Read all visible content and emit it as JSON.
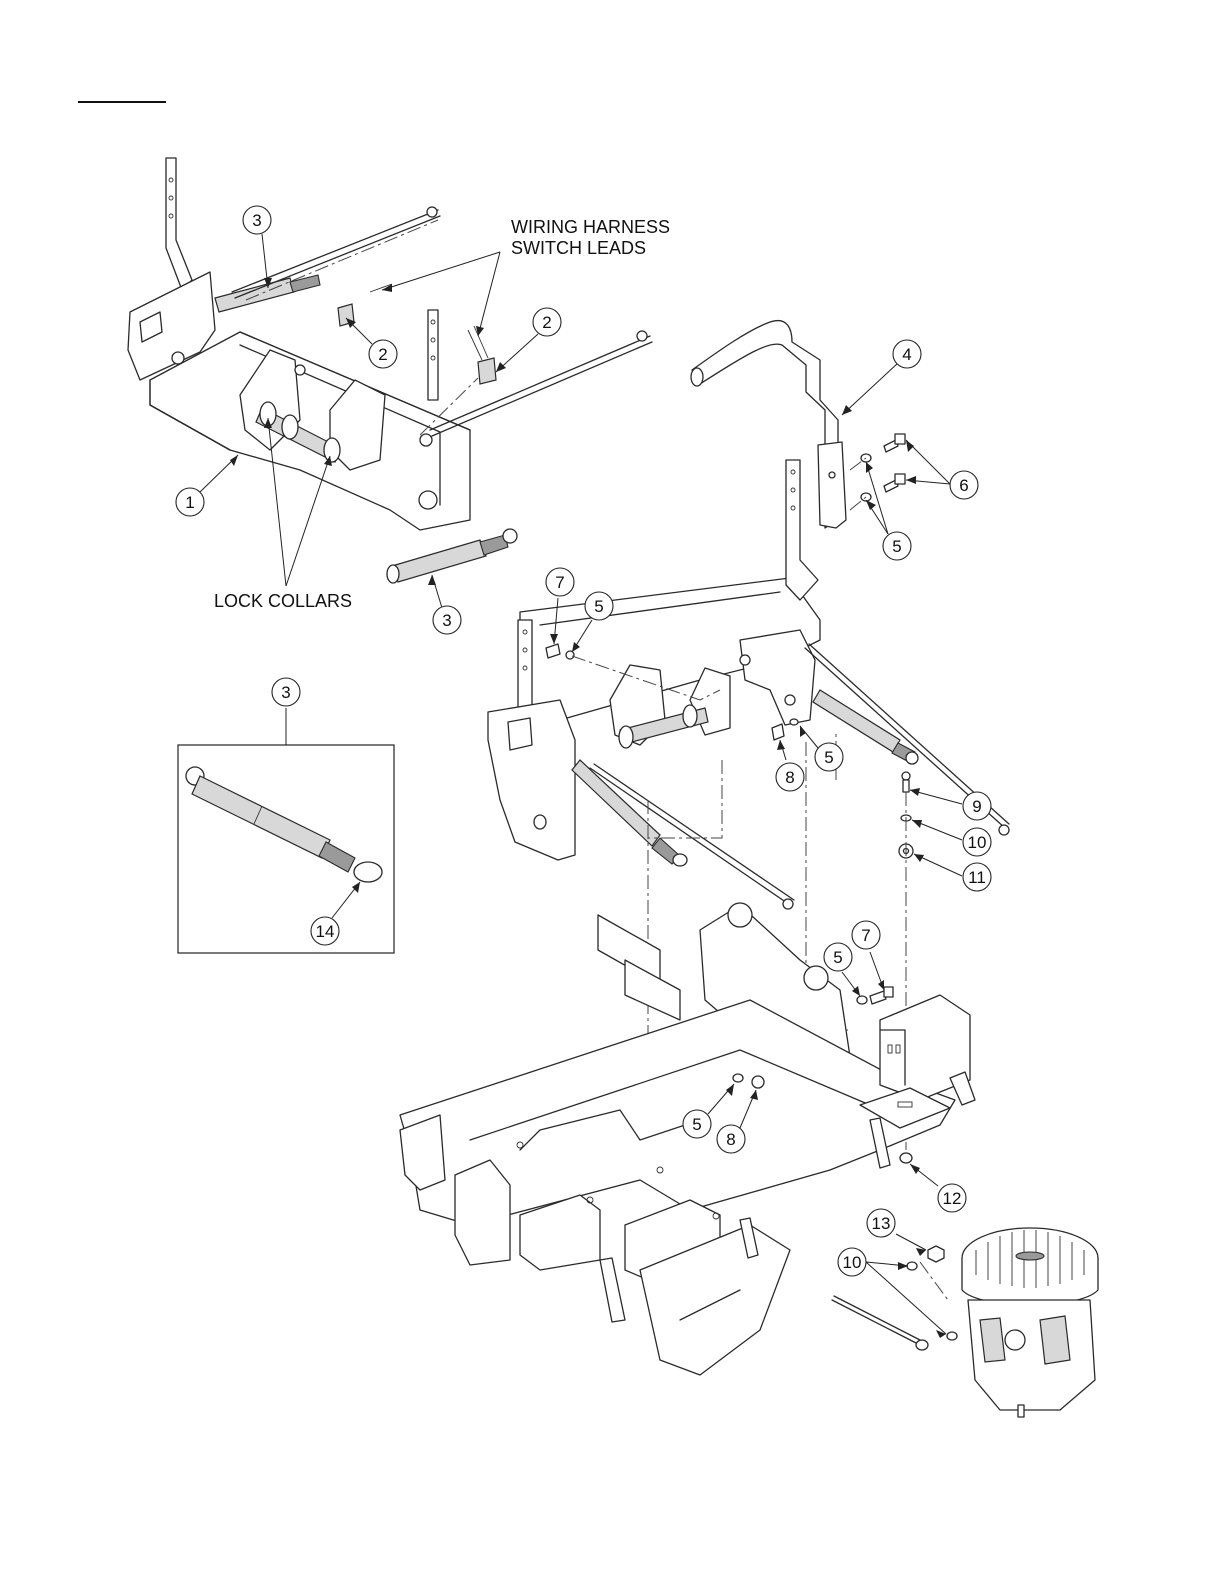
{
  "notes": {
    "wiring_line1": "WIRING HARNESS",
    "wiring_line2": "SWITCH LEADS",
    "lock_collars": "LOCK COLLARS"
  },
  "callouts": [
    {
      "id": "c3a",
      "label": "3"
    },
    {
      "id": "c2a",
      "label": "2"
    },
    {
      "id": "c2b",
      "label": "2"
    },
    {
      "id": "c1",
      "label": "1"
    },
    {
      "id": "c3b",
      "label": "3"
    },
    {
      "id": "c4",
      "label": "4"
    },
    {
      "id": "c6",
      "label": "6"
    },
    {
      "id": "c5a",
      "label": "5"
    },
    {
      "id": "c7a",
      "label": "7"
    },
    {
      "id": "c5b",
      "label": "5"
    },
    {
      "id": "c3c",
      "label": "3"
    },
    {
      "id": "c14",
      "label": "14"
    },
    {
      "id": "c8a",
      "label": "8"
    },
    {
      "id": "c5c",
      "label": "5"
    },
    {
      "id": "c9",
      "label": "9"
    },
    {
      "id": "c10a",
      "label": "10"
    },
    {
      "id": "c11",
      "label": "11"
    },
    {
      "id": "c5d",
      "label": "5"
    },
    {
      "id": "c7b",
      "label": "7"
    },
    {
      "id": "c5e",
      "label": "5"
    },
    {
      "id": "c8b",
      "label": "8"
    },
    {
      "id": "c12",
      "label": "12"
    },
    {
      "id": "c13",
      "label": "13"
    },
    {
      "id": "c10b",
      "label": "10"
    }
  ]
}
